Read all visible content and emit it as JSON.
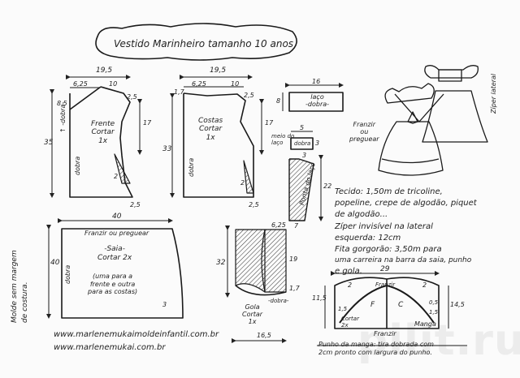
{
  "title": "Vestido Marinheiro tamanho 10 anos",
  "watermark": "pilit.ru",
  "left_note": [
    "Molde sem margem",
    "de costura."
  ],
  "websites": [
    "www.marlenemukaimoldeinfantil.com.br",
    "www.marlenemukai.com.br"
  ],
  "front": {
    "width": "19,5",
    "shoulder": "6,25",
    "neck": "10",
    "m1": "8,5",
    "m2": "2,5",
    "arm": "17",
    "height": "35",
    "hem": "2,5",
    "dart": "2",
    "label": [
      "Frente",
      "Cortar",
      "1x"
    ],
    "fold": "dobra",
    "fold_note": "↑ -dobra-"
  },
  "back": {
    "width": "19,5",
    "shoulder": "6,25",
    "neck": "10",
    "m1": "1,7",
    "m2": "2,5",
    "arm": "17",
    "height": "33",
    "hem": "2,5",
    "dart": "2",
    "label": [
      "Costas",
      "Cortar",
      "1x"
    ],
    "fold": "dobra"
  },
  "bow": {
    "width": "16",
    "height": "8",
    "label": [
      "laço",
      "-dobra-"
    ]
  },
  "bow_center": {
    "label": [
      "meio do",
      "laço"
    ],
    "width": "5",
    "height": "3",
    "fold": "dobra"
  },
  "tie": {
    "height": "22",
    "top": "3",
    "bottom": "7",
    "label": [
      "Ponta do laço"
    ]
  },
  "skirt": {
    "width": "40",
    "top_label": "Franzir ou preguear",
    "height": "40",
    "label": [
      "-Saia-",
      "Cortar 2x"
    ],
    "note": [
      "(uma para a",
      "frente e outra",
      "para as costas)"
    ],
    "hem": "3",
    "fold": "dobra"
  },
  "collar": {
    "top": "6,25",
    "height": "32",
    "side": "19",
    "small": "1,7",
    "bottom": "16,5",
    "label": [
      "Gola",
      "Cortar",
      "1x"
    ],
    "fold": "-dobra-"
  },
  "sleeve": {
    "width": "29",
    "top_label": "Franzir",
    "left": "11,5",
    "right": "14,5",
    "a": "2",
    "b": "2",
    "c": "0,5",
    "d": "1,5",
    "e": "1,5",
    "F": "F",
    "C": "C",
    "cut_label": [
      "Cortar",
      "2x"
    ],
    "bottom_label": "Franzir",
    "manga": "Manga"
  },
  "dress_label": [
    "Franzir",
    "ou",
    "preguear"
  ],
  "zipper_label": "Zíper lateral",
  "materials": [
    "Tecido: 1,50m de tricoline,",
    "popeline, crepe de algodão, piquet",
    "de algodão...",
    "Zíper invisível na lateral",
    "esquerda: 12cm",
    "Fita gorgorão: 3,50m para",
    "uma carreira na barra da saia, punho",
    "e gola."
  ],
  "cuff_note": [
    "Punho da manga: tira dobrada com",
    "2cm pronto com largura do punho."
  ]
}
